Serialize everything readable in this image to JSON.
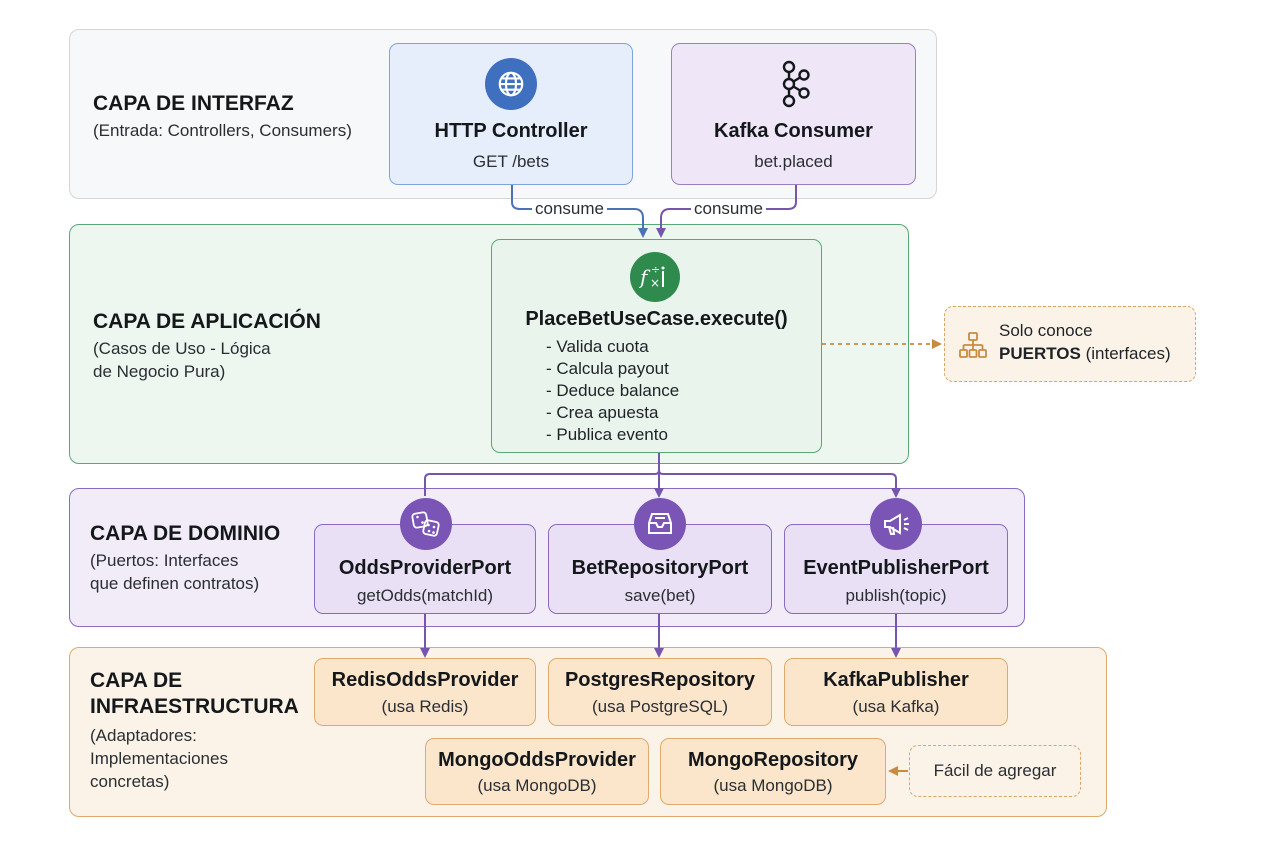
{
  "interface_layer": {
    "title": "CAPA DE INTERFAZ",
    "subtitle": "(Entrada: Controllers, Consumers)",
    "http_controller": {
      "icon": "globe-icon",
      "title": "HTTP Controller",
      "detail": "GET /bets"
    },
    "kafka_consumer": {
      "icon": "kafka-icon",
      "title": "Kafka Consumer",
      "detail": "bet.placed"
    },
    "edge_labels": [
      "consume",
      "consume"
    ]
  },
  "application_layer": {
    "title": "CAPA DE APLICACIÓN",
    "subtitle_lines": [
      "(Casos de Uso - Lógica",
      "de Negocio Pura)"
    ],
    "use_case": {
      "icon": "function-icon",
      "title": "PlaceBetUseCase.execute()",
      "steps": [
        "- Valida cuota",
        "- Calcula payout",
        "- Deduce balance",
        "- Crea apuesta",
        "- Publica evento"
      ]
    },
    "note": {
      "icon": "hierarchy-icon",
      "line1": "Solo conoce",
      "line2_bold": "PUERTOS",
      "line2_rest": " (interfaces)"
    }
  },
  "domain_layer": {
    "title": "CAPA DE DOMINIO",
    "subtitle_lines": [
      "(Puertos: Interfaces",
      "que definen contratos)"
    ],
    "ports": [
      {
        "icon": "dice-icon",
        "title": "OddsProviderPort",
        "detail": "getOdds(matchId)"
      },
      {
        "icon": "inbox-icon",
        "title": "BetRepositoryPort",
        "detail": "save(bet)"
      },
      {
        "icon": "megaphone-icon",
        "title": "EventPublisherPort",
        "detail": "publish(topic)"
      }
    ]
  },
  "infrastructure_layer": {
    "title_lines": [
      "CAPA DE",
      "INFRAESTRUCTURA"
    ],
    "subtitle_lines": [
      "(Adaptadores:",
      "Implementaciones",
      "concretas)"
    ],
    "adapters": [
      {
        "title": "RedisOddsProvider",
        "detail": "(usa Redis)"
      },
      {
        "title": "PostgresRepository",
        "detail": "(usa PostgreSQL)"
      },
      {
        "title": "KafkaPublisher",
        "detail": "(usa Kafka)"
      },
      {
        "title": "MongoOddsProvider",
        "detail": "(usa MongoDB)"
      },
      {
        "title": "MongoRepository",
        "detail": "(usa MongoDB)"
      }
    ],
    "note": "Fácil de agregar"
  },
  "colors": {
    "interface_bg": "#f7f8f9",
    "interface_border": "#d3d7db",
    "http_bg": "#e6eefb",
    "http_border": "#7ea4dc",
    "kafka_bg": "#efe6f7",
    "kafka_border": "#9b7fc0",
    "app_bg": "#eef6f0",
    "app_border": "#5aa877",
    "app_icon": "#2f8a4e",
    "domain_bg": "#f1ecf8",
    "domain_border": "#8a6bbf",
    "domain_icon": "#7a55b5",
    "infra_bg": "#fcf3e8",
    "infra_border": "#e0aa6d",
    "adapter_bg": "#fbe6cc",
    "blue_arrow": "#4c72b5",
    "purple_arrow": "#7656ad",
    "orange_arrow": "#c98b42"
  }
}
